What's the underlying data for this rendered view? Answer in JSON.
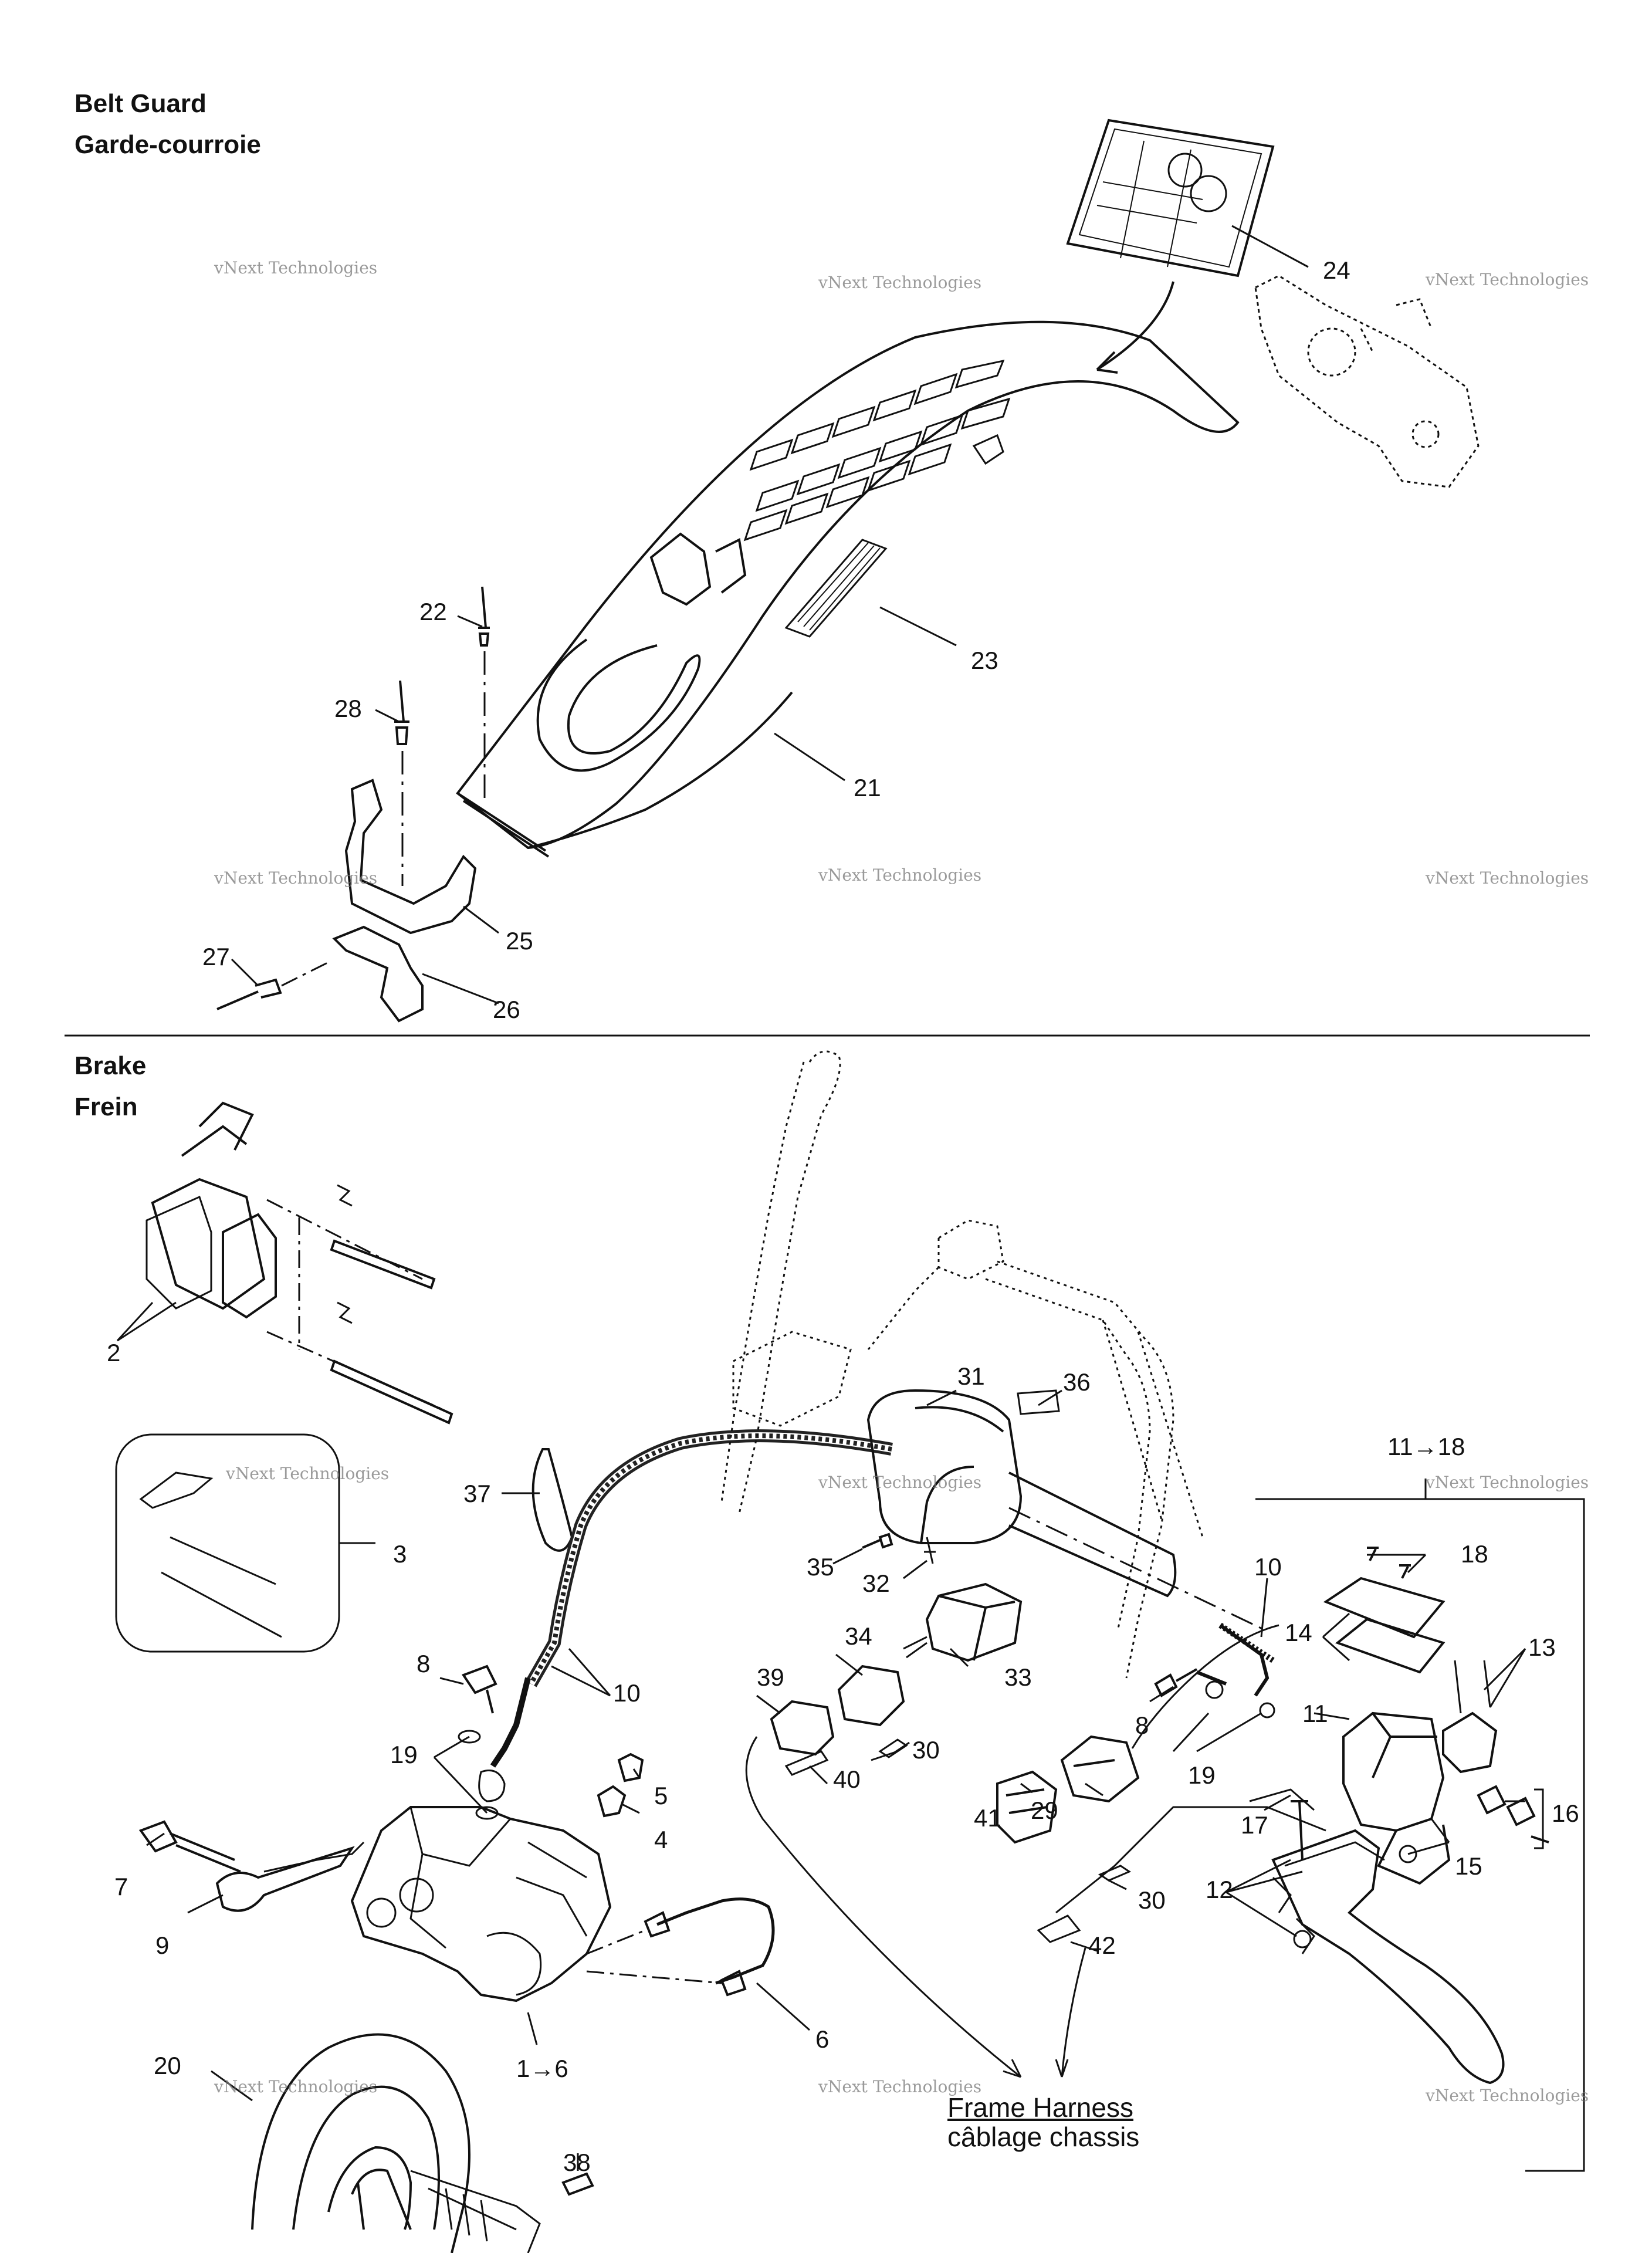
{
  "sections": {
    "belt_guard": {
      "title_en": "Belt Guard",
      "title_fr": "Garde-courroie"
    },
    "brake": {
      "title_en": "Brake",
      "title_fr": "Frein"
    }
  },
  "callouts": {
    "c24": "24",
    "c23": "23",
    "c22": "22",
    "c21": "21",
    "c28": "28",
    "c25": "25",
    "c26": "26",
    "c27": "27",
    "c2": "2",
    "c3": "3",
    "c37": "37",
    "c31": "31",
    "c36": "36",
    "c11to18": "11→18",
    "c35": "35",
    "c32": "32",
    "c10a": "10",
    "c18": "18",
    "c14": "14",
    "c13": "13",
    "c34": "34",
    "c33": "33",
    "c39": "39",
    "c30a": "30",
    "c40": "40",
    "c8a": "8",
    "c10b": "10",
    "c19a": "19",
    "c5": "5",
    "c4": "4",
    "c8b": "8",
    "c11": "11",
    "c19b": "19",
    "c16": "16",
    "c17": "17",
    "c15": "15",
    "c7": "7",
    "c9": "9",
    "c29": "29",
    "c41": "41",
    "c30b": "30",
    "c42": "42",
    "c12": "12",
    "c6": "6",
    "c1to6": "1→6",
    "c20": "20",
    "c38": "38"
  },
  "harness_caption": {
    "en": "Frame Harness",
    "fr": "câblage chassis"
  },
  "watermark": {
    "line1": "vNext Technologies",
    "line2": "Technologies",
    "line3": "vNext"
  },
  "colors": {
    "ink": "#111111",
    "watermark": "#9a9a9a"
  }
}
